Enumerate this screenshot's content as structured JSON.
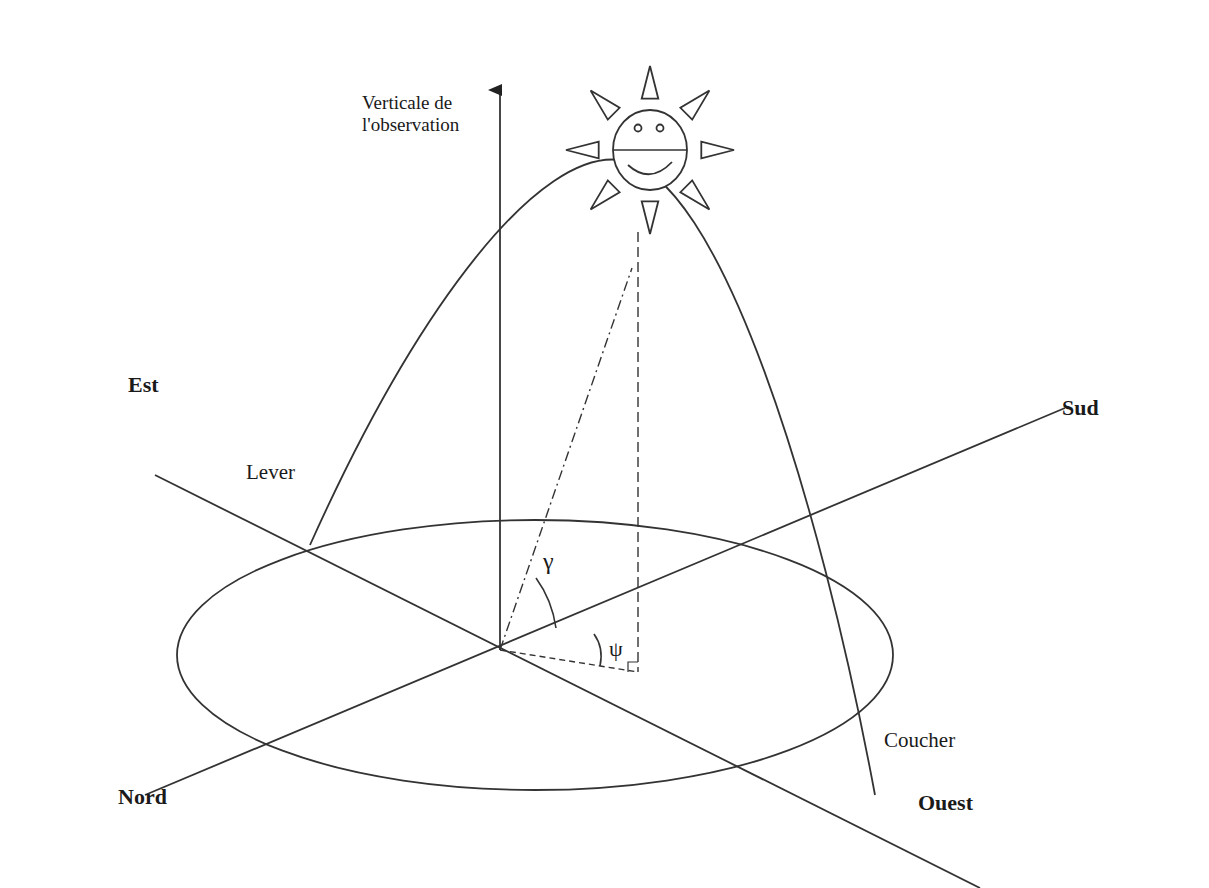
{
  "diagram": {
    "labels": [
      "Verticale de l'observation",
      "Est",
      "Sud",
      "Lever",
      "γ",
      "ψ",
      "Nord",
      "Coucher",
      "Ouest"
    ]
  }
}
